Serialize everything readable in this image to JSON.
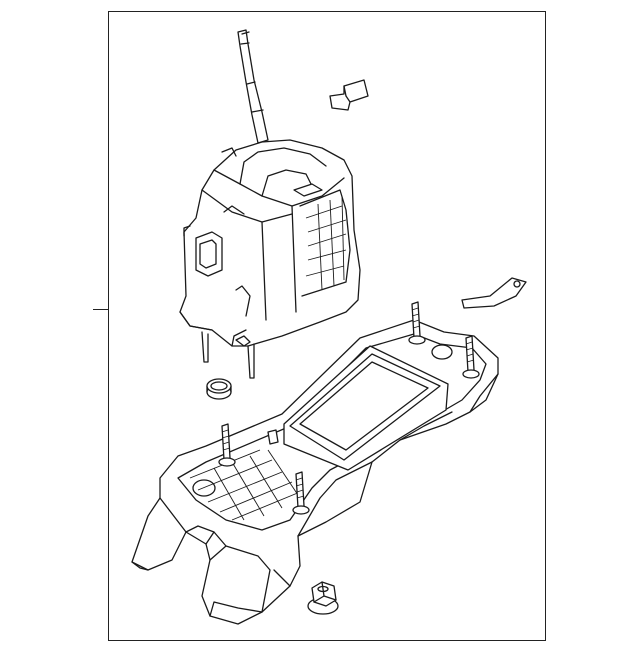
{
  "diagram": {
    "kind": "exploded-parts-view",
    "parts": [
      {
        "id": "shifter-lever-assembly"
      },
      {
        "id": "small-bracket-clip"
      },
      {
        "id": "grommet-ring"
      },
      {
        "id": "mounting-strap-bracket"
      },
      {
        "id": "console-base-tray"
      },
      {
        "id": "threaded-stud-bolt-1"
      },
      {
        "id": "threaded-stud-bolt-2"
      },
      {
        "id": "threaded-stud-bolt-3"
      },
      {
        "id": "threaded-stud-bolt-4"
      },
      {
        "id": "hex-flange-nut"
      }
    ]
  }
}
